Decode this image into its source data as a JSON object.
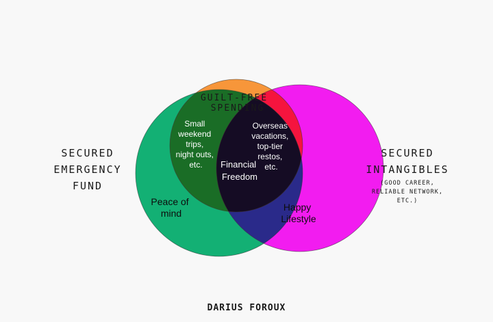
{
  "left_label": {
    "lines": [
      "SECURED",
      "EMERGENCY",
      "FUND"
    ]
  },
  "right_label": {
    "lines": [
      "SECURED",
      "INTANGIBLES"
    ],
    "note_lines": [
      "(GOOD CAREER,",
      "RELIABLE NETWORK,",
      "ETC.)"
    ]
  },
  "top_circle": {
    "label_lines": [
      "GUILT-FREE",
      "SPENDING"
    ],
    "color": "#f7963a"
  },
  "left_circle": {
    "label_lines": [
      "Peace of",
      "mind"
    ],
    "color": "#13b074"
  },
  "right_circle": {
    "label_lines": [
      "Happy",
      "Lifestyle"
    ],
    "color": "#f21cf0"
  },
  "overlap_top_left": {
    "label_lines": [
      "Small",
      "weekend",
      "trips,",
      "night outs,",
      "etc."
    ],
    "color": "#1a6d26"
  },
  "overlap_top_right": {
    "label_lines": [
      "Overseas",
      "vacations,",
      "top-tier",
      "restos,",
      "etc."
    ],
    "color": "#f5143e"
  },
  "overlap_left_right": {
    "color": "#2a2a8a"
  },
  "center": {
    "label_lines": [
      "Financial",
      "Freedom"
    ],
    "color": "#150c24"
  },
  "signature": "DARIUS FOROUX"
}
